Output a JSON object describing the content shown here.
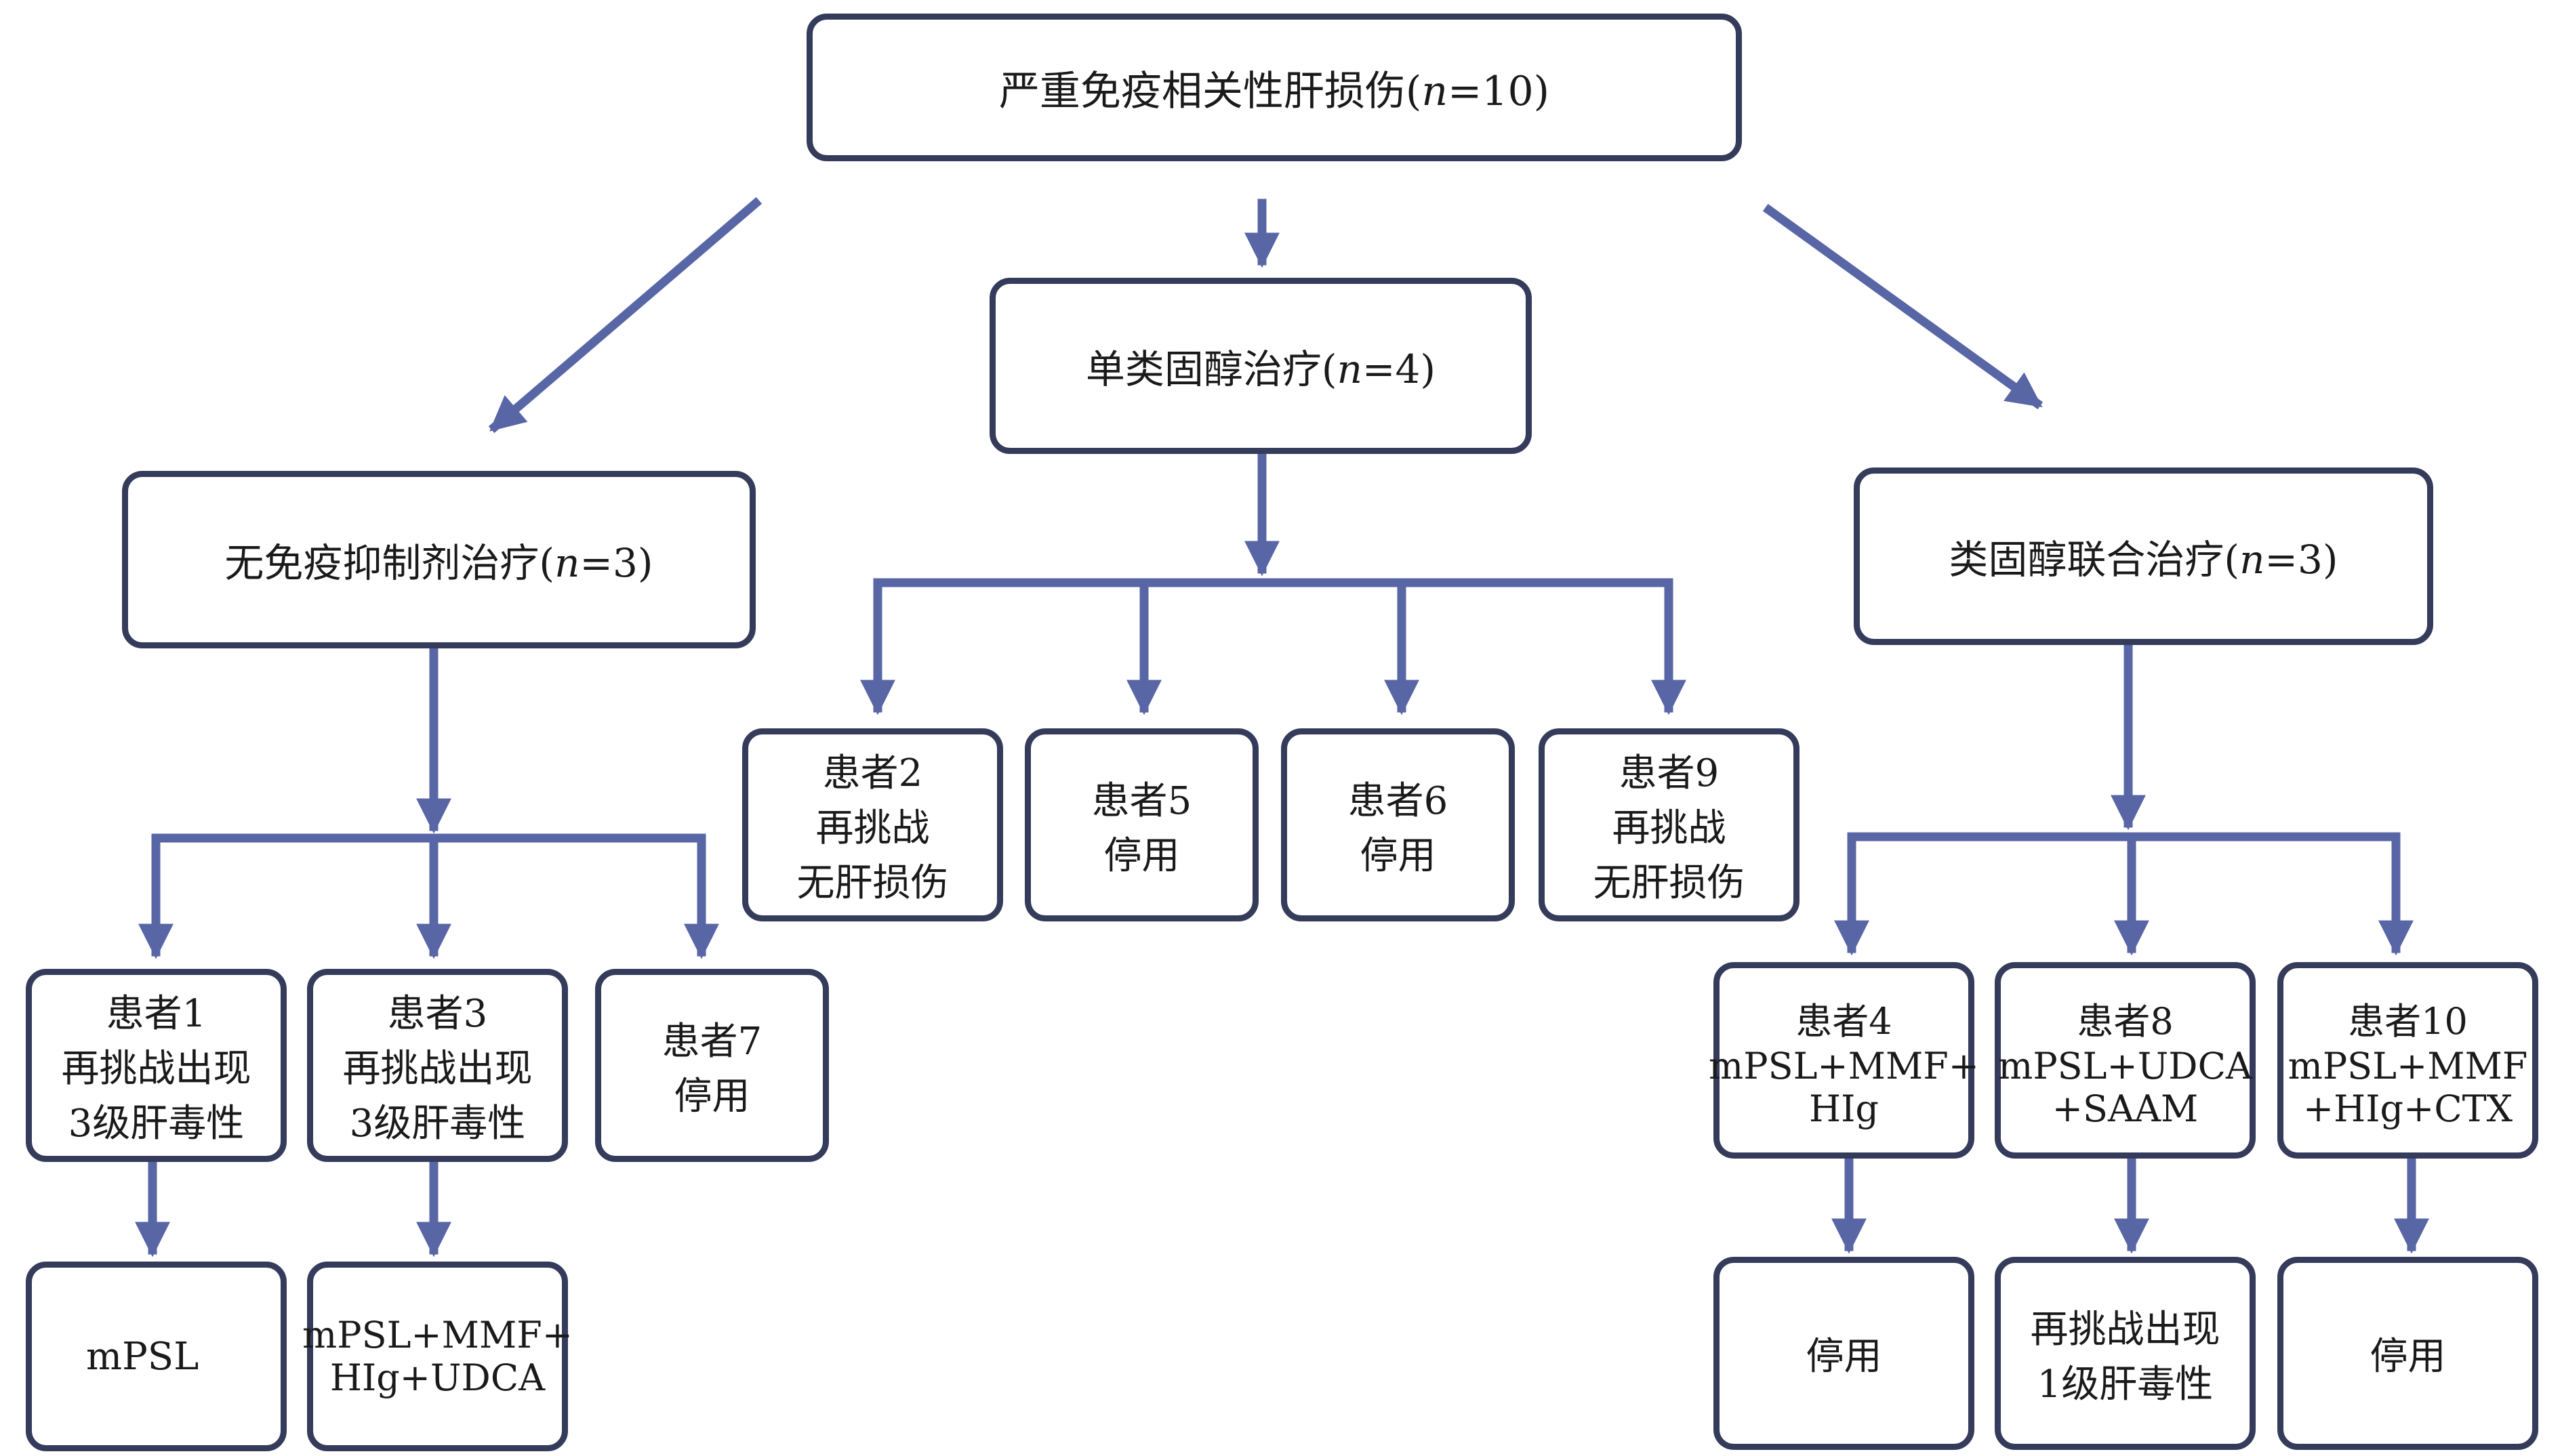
{
  "colors": {
    "arrow": "#5866a6",
    "box_border": "#353b5a",
    "text": "#1a1a1a"
  },
  "root": {
    "label_a": "严重免疫相关性肝损伤(",
    "n_var": "n",
    "label_b": "=10)"
  },
  "branches": {
    "none": {
      "label_a": "无免疫抑制剂治疗(",
      "n_var": "n",
      "label_b": "=3)"
    },
    "steroid": {
      "label_a": "单类固醇治疗(",
      "n_var": "n",
      "label_b": "=4)"
    },
    "combined": {
      "label_a": "类固醇联合治疗(",
      "n_var": "n",
      "label_b": "=3)"
    }
  },
  "patients": {
    "p1": {
      "lines": [
        "患者1",
        "再挑战出现",
        "3级肝毒性"
      ]
    },
    "p3": {
      "lines": [
        "患者3",
        "再挑战出现",
        "3级肝毒性"
      ]
    },
    "p7": {
      "lines": [
        "患者7",
        "停用"
      ]
    },
    "p2": {
      "lines": [
        "患者2",
        "再挑战",
        "无肝损伤"
      ]
    },
    "p5": {
      "lines": [
        "患者5",
        "停用"
      ]
    },
    "p6": {
      "lines": [
        "患者6",
        "停用"
      ]
    },
    "p9": {
      "lines": [
        "患者9",
        "再挑战",
        "无肝损伤"
      ]
    },
    "p4": {
      "lines": [
        "患者4",
        "mPSL+MMF+",
        "HIg"
      ]
    },
    "p8": {
      "lines": [
        "患者8",
        "mPSL+UDCA",
        "+SAAM"
      ]
    },
    "p10": {
      "lines": [
        "患者10",
        "mPSL+MMF",
        "+HIg+CTX"
      ]
    }
  },
  "outcomes": {
    "o1": {
      "lines": [
        "mPSL"
      ]
    },
    "o3": {
      "lines": [
        "mPSL+MMF+",
        "HIg+UDCA"
      ]
    },
    "o4": {
      "lines": [
        "停用"
      ]
    },
    "o8": {
      "lines": [
        "再挑战出现",
        "1级肝毒性"
      ]
    },
    "o10": {
      "lines": [
        "停用"
      ]
    }
  }
}
